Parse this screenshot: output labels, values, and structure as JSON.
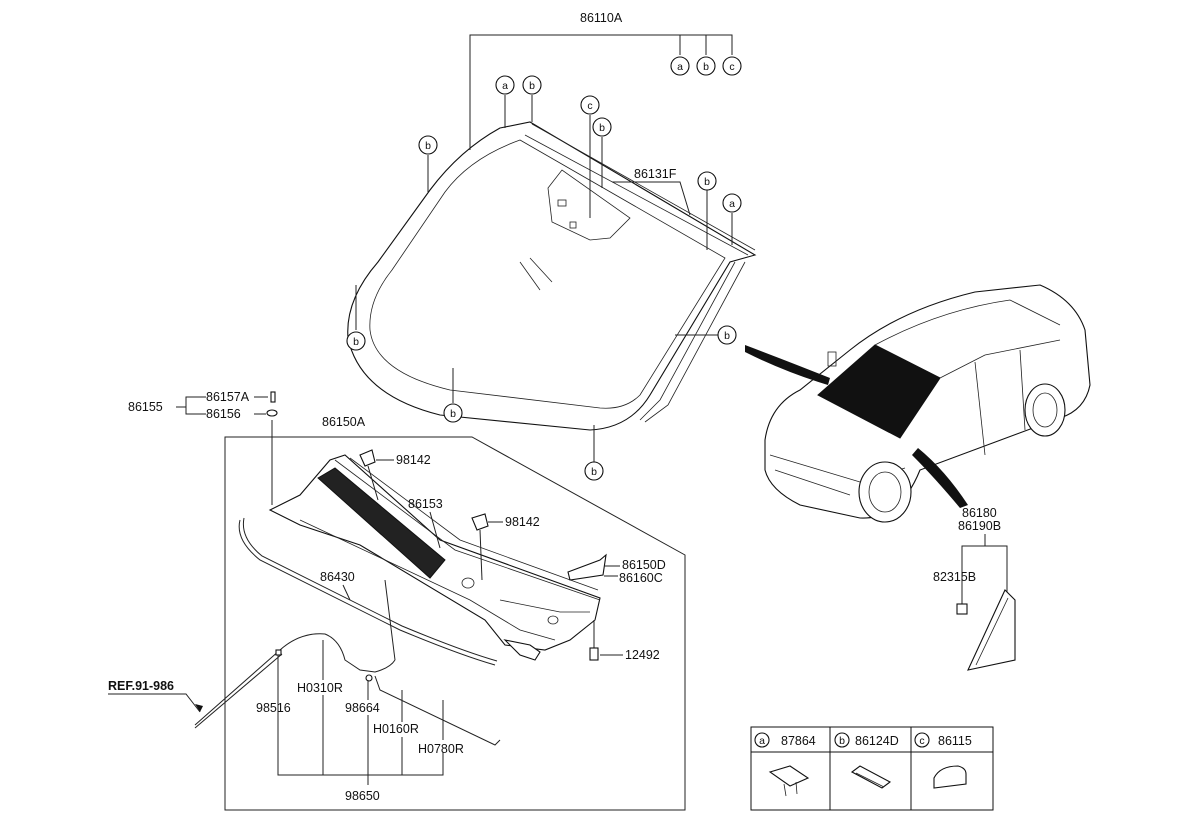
{
  "labels": {
    "windshield_assy": "86110A",
    "moulding": "86131F",
    "cowl_assy_ref": "86150A",
    "bolt_group": "86155",
    "bolt_a": "86157A",
    "bolt_b": "86156",
    "clip_98142_top": "98142",
    "clip_98142_mid": "98142",
    "cowl_panel": "86153",
    "cover_d": "86150D",
    "cover_c": "86160C",
    "weatherstrip": "86430",
    "screw": "12492",
    "hose_h0310r": "H0310R",
    "hose_98516": "98516",
    "nozzle_98664": "98664",
    "hose_h0160r": "H0160R",
    "hose_h0780r": "H0780R",
    "hose_assy": "98650",
    "ref_label": "REF.91-986",
    "trim_86180": "86180",
    "trim_86190b": "86190B",
    "clip_82315b": "82315B"
  },
  "callout_letters": {
    "a": "a",
    "b": "b",
    "c": "c"
  },
  "legend": {
    "items": [
      {
        "letter": "a",
        "part": "87864"
      },
      {
        "letter": "b",
        "part": "86124D"
      },
      {
        "letter": "c",
        "part": "86115"
      }
    ]
  }
}
